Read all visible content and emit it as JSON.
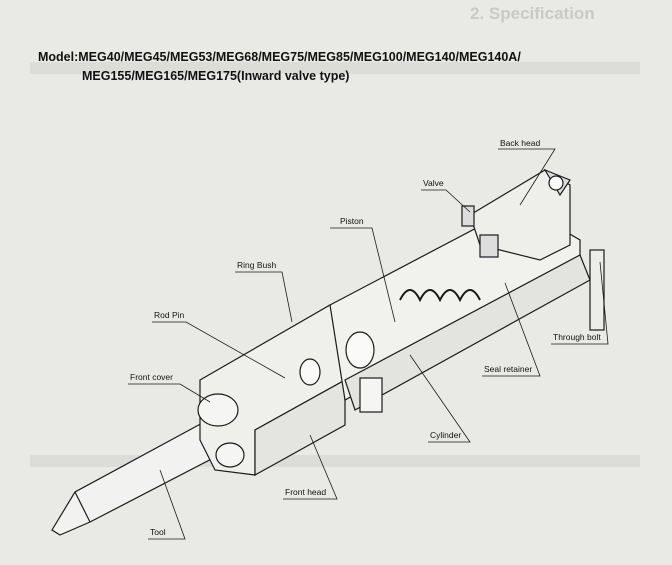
{
  "background_heading": "2. Specification",
  "title": {
    "line1": "Model:MEG40/MEG45/MEG53/MEG68/MEG75/MEG85/MEG100/MEG140/MEG140A/",
    "line2": "MEG155/MEG165/MEG175(Inward valve type)"
  },
  "labels": {
    "back_head": "Back head",
    "valve": "Valve",
    "piston": "Piston",
    "ring_bush": "Ring Bush",
    "rod_pin": "Rod Pin",
    "front_cover": "Front cover",
    "through_bolt": "Through bolt",
    "seal_retainer": "Seal retainer",
    "cylinder": "Cylinder",
    "front_head": "Front head",
    "tool": "Tool"
  }
}
